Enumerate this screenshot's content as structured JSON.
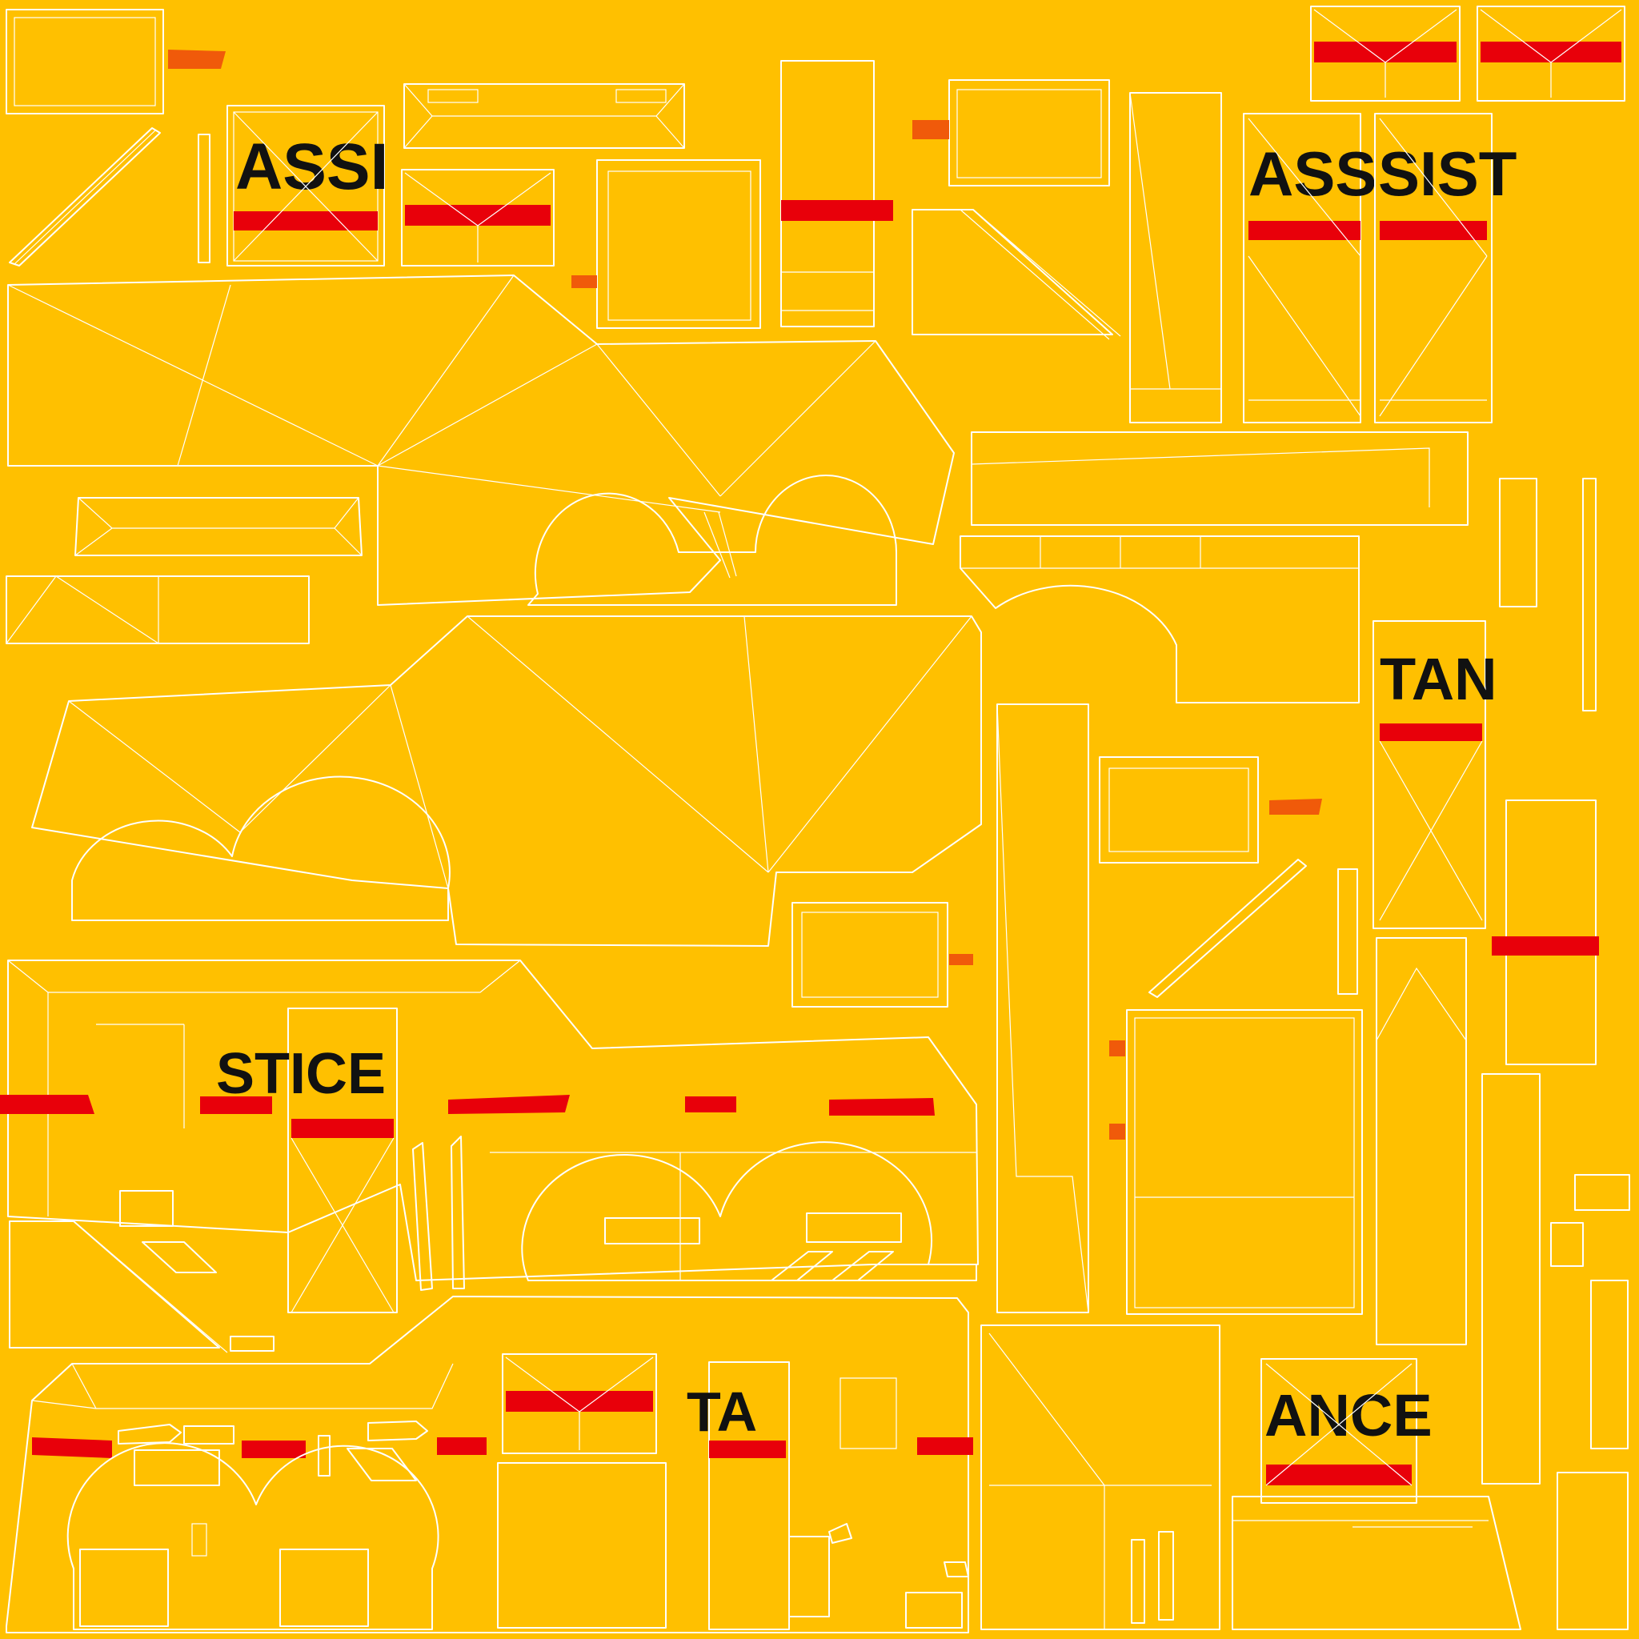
{
  "texture": {
    "background_color": "#FFC000",
    "wire_color": "#FFFFFF",
    "stripe_color": "#E8000A",
    "stripe_accent_color": "#F05A0A",
    "text_color": "#111111"
  },
  "decals": {
    "assi": "ASSI",
    "ass": "ASS",
    "sist": "SIST",
    "tan": "TAN",
    "stice": "STICE",
    "ta": "TA",
    "ance": "ANCE"
  }
}
